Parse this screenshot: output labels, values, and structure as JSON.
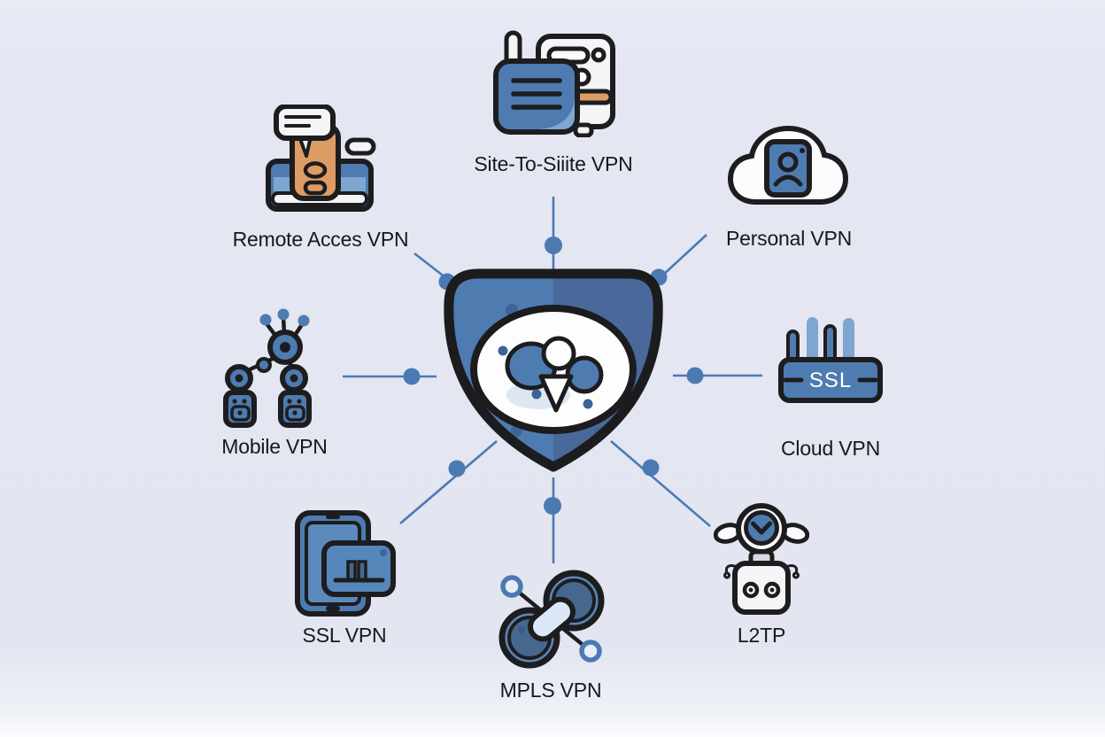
{
  "diagram": {
    "title": "VPN types diagram",
    "center": {
      "name": "vpn-shield-logo"
    }
  },
  "nodes": [
    {
      "id": "site-to-site",
      "label": "Site-To-Siiite VPN",
      "icon": "routers-link-icon"
    },
    {
      "id": "remote-access",
      "label": "Remote Acces VPN",
      "icon": "laptop-chat-icon"
    },
    {
      "id": "personal",
      "label": "Personal VPN",
      "icon": "cloud-user-icon"
    },
    {
      "id": "mobile",
      "label": "Mobile VPN",
      "icon": "network-nodes-icon"
    },
    {
      "id": "cloud",
      "label": "Cloud VPN",
      "icon": "ssl-router-icon",
      "icon_text": "SSL"
    },
    {
      "id": "ssl",
      "label": "SSL VPN",
      "icon": "tablet-card-icon"
    },
    {
      "id": "l2tp",
      "label": "L2TP",
      "icon": "robot-icon"
    },
    {
      "id": "mpls",
      "label": "MPLS VPN",
      "icon": "dumbbell-link-icon"
    }
  ],
  "colors": {
    "background": "#e3e5f1",
    "accent_blue": "#4e7bb0",
    "light_blue": "#7fa6cf",
    "dark_blue": "#3d6397",
    "connector": "#4b7ab3",
    "outline": "#1d1d1f",
    "orange": "#dd9c64",
    "paper": "#f4f5f7",
    "label_text": "#17181b"
  }
}
